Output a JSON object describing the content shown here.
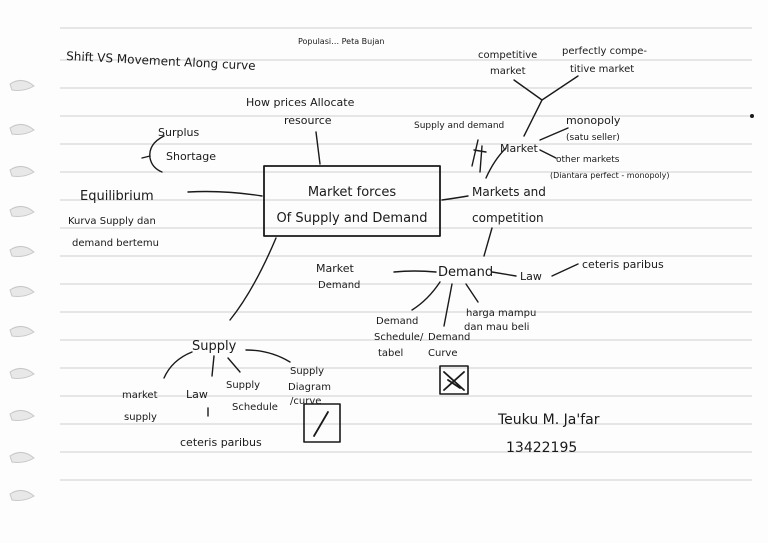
{
  "notes": {
    "top_scrawl": "Populasi… Peta Bujan",
    "title_left": "Shift VS Movement Along curve",
    "center": {
      "line1": "Market forces",
      "line2": "Of Supply and Demand"
    },
    "allocate": {
      "line1": "How prices Allocate",
      "line2": "resource"
    },
    "surplus": "Surplus",
    "shortage": "Shortage",
    "equilibrium": {
      "heading": "Equilibrium",
      "line1": "Kurva Supply dan",
      "line2": "demand bertemu"
    },
    "markets": {
      "line1": "Markets and",
      "line2": "competition",
      "node": "Market",
      "supply_and_demand": "Supply and demand",
      "competitive": {
        "line1": "competitive",
        "line2": "market"
      },
      "perfect": {
        "line1": "perfectly compe-",
        "line2": "titive market"
      },
      "monopoly": {
        "line1": "monopoly",
        "line2": "(satu seller)"
      },
      "other": {
        "line1": "other markets",
        "line2": "(Diantara perfect - monopoly)"
      }
    },
    "demand": {
      "node": "Demand",
      "law": "Law",
      "ceteris": "ceteris paribus",
      "market_demand": {
        "line1": "Market",
        "line2": "Demand"
      },
      "schedule": {
        "line1": "Demand",
        "line2": "Schedule/",
        "line3": "tabel"
      },
      "curve": {
        "line1": "Demand",
        "line2": "Curve"
      },
      "harga": {
        "line1": "harga mampu",
        "line2": "dan mau beli"
      }
    },
    "supply": {
      "node": "Supply",
      "market_supply": {
        "line1": "market",
        "line2": "supply"
      },
      "law": "Law",
      "ceteris": "ceteris paribus",
      "schedule": {
        "line1": "Supply",
        "line2": "Schedule"
      },
      "diagram": {
        "line1": "Supply",
        "line2": "Diagram",
        "line3": "/curve"
      }
    },
    "signature": {
      "name": "Teuku M. Ja'far",
      "id": "13422195"
    }
  }
}
